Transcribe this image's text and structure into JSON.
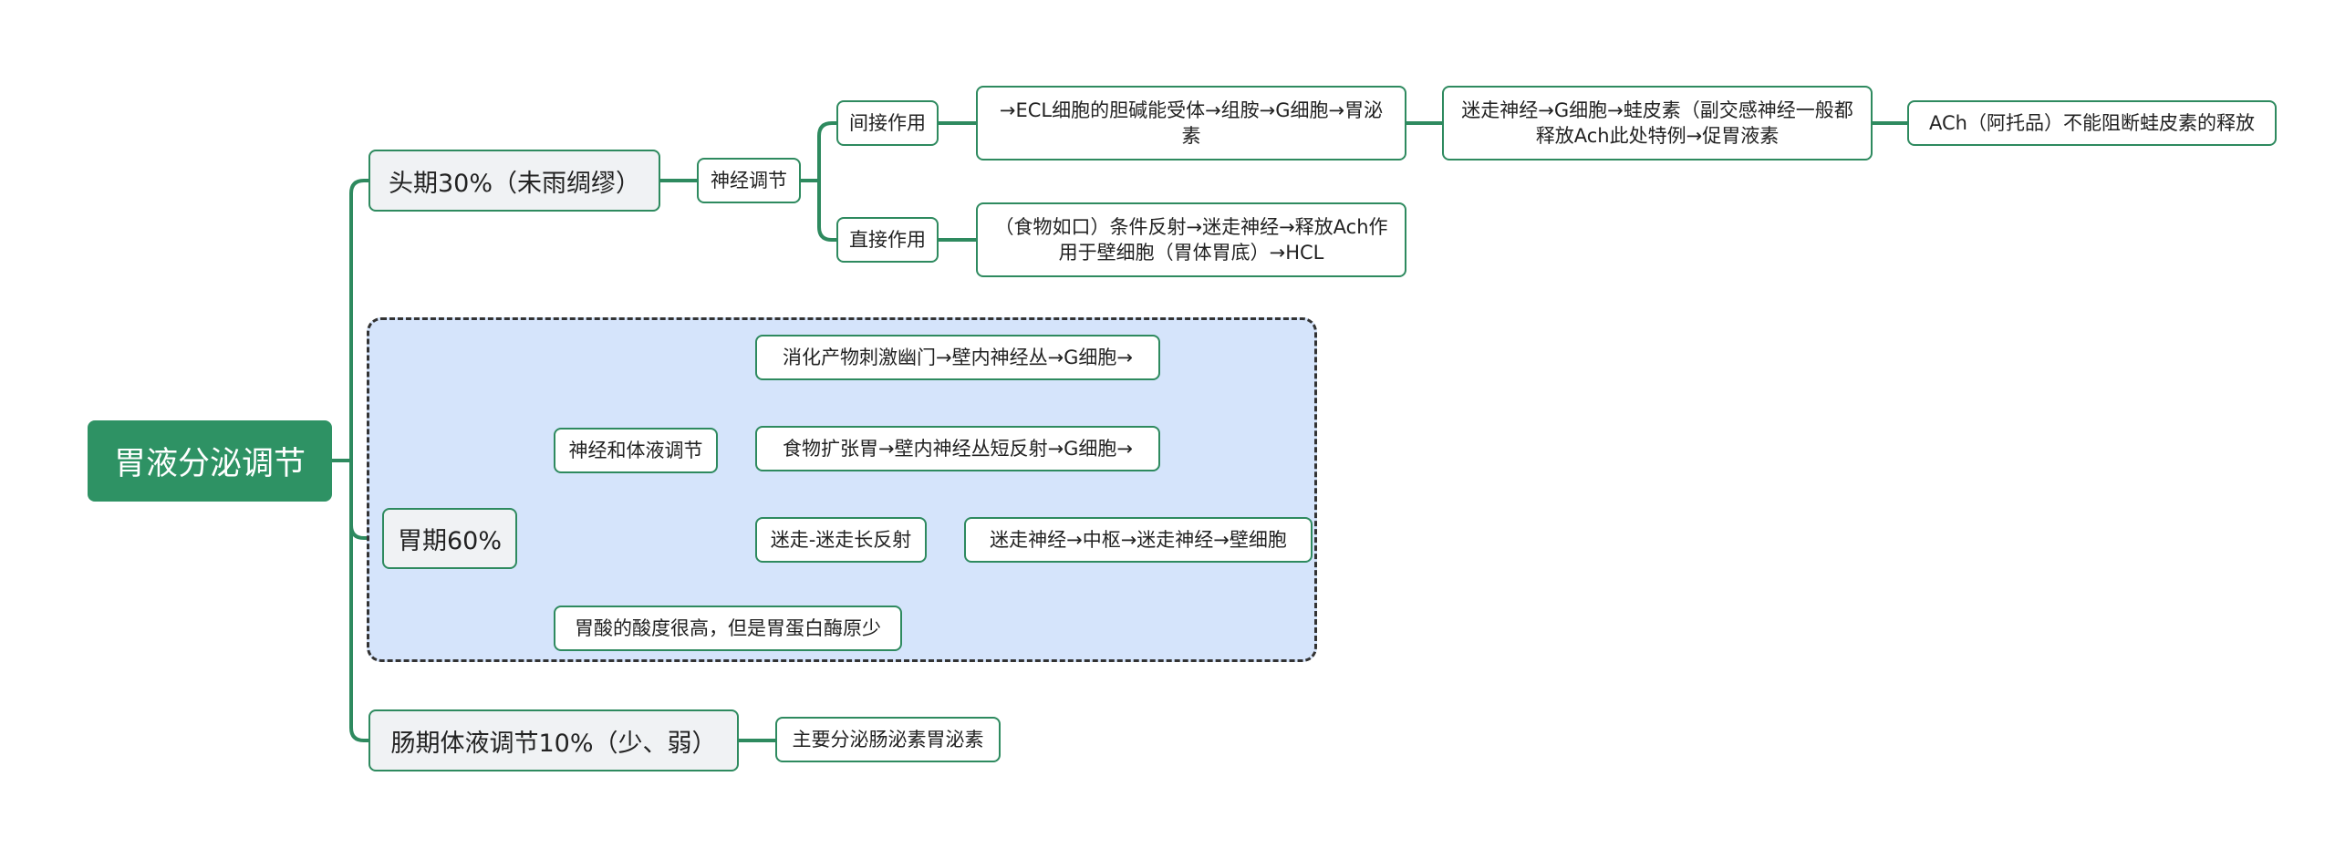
{
  "title": "胃液分泌调节",
  "head_phase": {
    "label": "头期30%（未雨绸缪）",
    "nerve": "神经调节",
    "indirect": {
      "label": "间接作用",
      "detail": "→ECL细胞的胆碱能受体→组胺→G细胞→胃泌素",
      "vagus": "迷走神经→G细胞→蛙皮素（副交感神经一般都释放Ach此处特例→促胃液素",
      "note": "ACh（阿托品）不能阻断蛙皮素的释放"
    },
    "direct": {
      "label": "直接作用",
      "detail": "（食物如口）条件反射→迷走神经→释放Ach作用于壁细胞（胃体胃底）→HCL"
    }
  },
  "gastric_phase": {
    "label": "胃期60%",
    "neurohumoral": "神经和体液调节",
    "items": [
      "消化产物刺激幽门→壁内神经丛→G细胞→",
      "食物扩张胃→壁内神经丛短反射→G细胞→",
      "迷走-迷走长反射"
    ],
    "vagal_path": "迷走神经→中枢→迷走神经→壁细胞",
    "acid": "胃酸的酸度很高，但是胃蛋白酶原少"
  },
  "intestinal_phase": {
    "label": "肠期体液调节10%（少、弱）",
    "detail": "主要分泌肠泌素胃泌素"
  },
  "colors": {
    "accent": "#2e9264",
    "line": "#2e8a5f",
    "group_fill": "#d5e4fb",
    "node_fill": "#f0f2f4"
  }
}
